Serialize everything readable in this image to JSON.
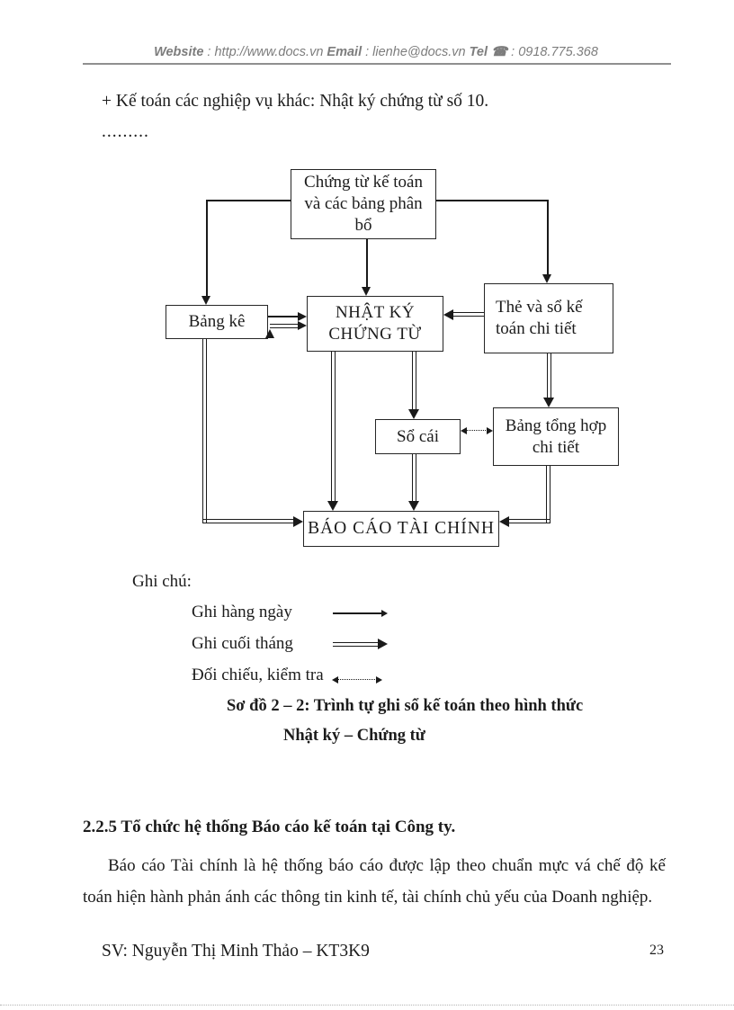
{
  "header": {
    "website_label": "Website",
    "website_value": " : http://www.docs.vn  ",
    "email_label": "Email",
    "email_value": "  : lienhe@docs.vn  ",
    "tel_label": "Tel",
    "phone_icon": "☎",
    "tel_value": " : 0918.775.368"
  },
  "content": {
    "intro_line": "+ Kế toán các nghiệp vụ khác: Nhật ký chứng từ số 10.",
    "ellipsis": "........."
  },
  "diagram": {
    "nodes": {
      "chung_tu": "Chứng từ kế toán và các bảng phân bổ",
      "bang_ke": "Bảng kê",
      "nhat_ky": "NHẬT KÝ CHỨNG TỪ",
      "the_so": "Thẻ và sổ kế toán chi tiết",
      "so_cai": "Sổ cái",
      "bang_tong_hop": "Bảng tổng hợp chi tiết",
      "bao_cao": "BÁO CÁO TÀI CHÍNH"
    },
    "legend": {
      "title": "Ghi chú:",
      "items": [
        {
          "label": "Ghi hàng ngày",
          "style": "single-arrow"
        },
        {
          "label": "Ghi cuối tháng",
          "style": "double-arrow"
        },
        {
          "label": "Đối chiếu, kiểm tra",
          "style": "dotted-double-headed-arrow"
        }
      ]
    },
    "caption_line1": "Sơ đồ 2 – 2: Trình tự ghi sổ kế toán theo hình thức",
    "caption_line2": "Nhật ký – Chứng từ"
  },
  "section": {
    "heading": "2.2.5 Tổ chức hệ thống Báo cáo kế toán tại Công ty.",
    "paragraph": "Báo cáo Tài chính là hệ thống báo cáo được lập theo chuẩn mực vá chế độ kế toán hiện hành phản ánh các thông tin kinh tế, tài chính chủ yếu của Doanh nghiệp."
  },
  "footer": {
    "student": "SV: Nguyễn Thị Minh Thảo – KT3K9",
    "page_number": "23"
  }
}
